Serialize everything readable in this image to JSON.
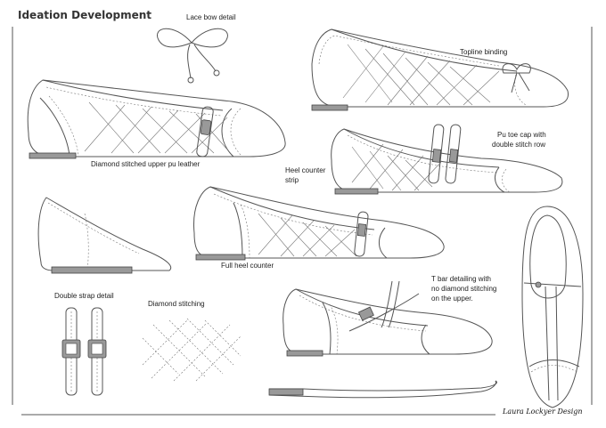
{
  "title": "Ideation Development",
  "signature": "Laura Lockyer Design",
  "labels": {
    "lace_bow": "Lace bow detail",
    "topline_binding": "Topline binding",
    "diamond_upper": "Diamond stitched upper pu leather",
    "heel_counter_1": "Heel counter",
    "heel_counter_2": "strip",
    "toe_cap_1": "Pu toe cap with",
    "toe_cap_2": "double stitch row",
    "full_heel": "Full heel counter",
    "tbar_1": "T bar detailing with",
    "tbar_2": "no diamond stitching",
    "tbar_3": "on the upper.",
    "double_strap": "Double strap detail",
    "diamond_stitching": "Diamond stitching"
  }
}
